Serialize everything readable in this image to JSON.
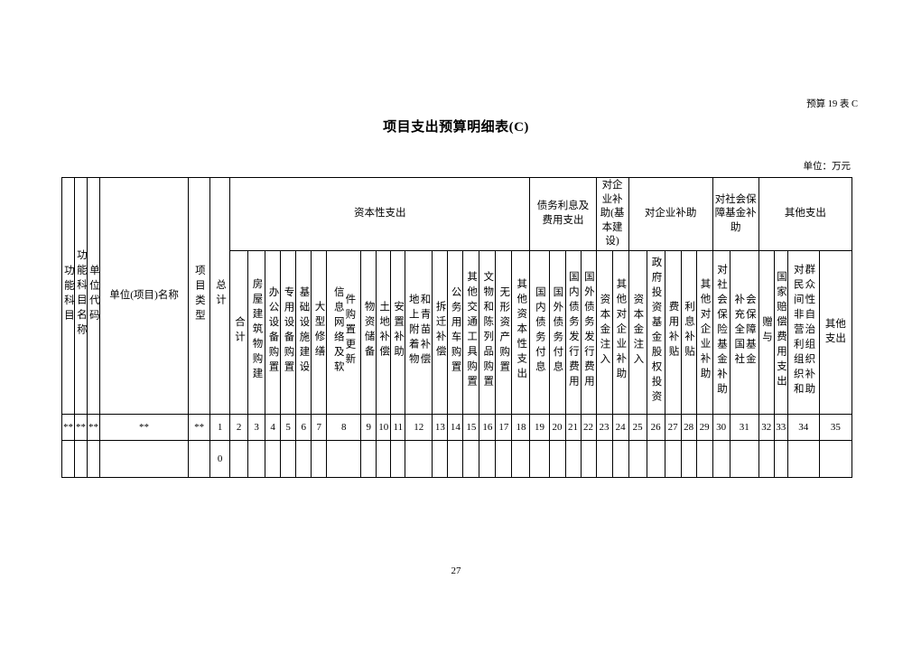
{
  "page": {
    "doc_label": "预算 19 表 C",
    "title": "项目支出预算明细表(C)",
    "unit_note": "单位：万元",
    "page_number": "27"
  },
  "table": {
    "left_columns": [
      "功能科目",
      "功能科目名称",
      "单位代码",
      "单位(项目)名称",
      "项目类型",
      "总计"
    ],
    "groups": [
      {
        "label": "资本性支出",
        "span": 17
      },
      {
        "label": "债务利息及费用支出",
        "span": 4
      },
      {
        "label": "对企业补助(基本建设)",
        "span": 2
      },
      {
        "label": "对企业补助",
        "span": 5
      },
      {
        "label": "对社会保障基金补助",
        "span": 2
      },
      {
        "label": "其他支出",
        "span": 4
      }
    ],
    "sub_columns": [
      "合计",
      "房屋建筑物购建",
      "办公设备购置",
      "专用设备购置",
      "基础设施建设",
      "大型修缮",
      "信息网络及软件购置更新",
      "物资储备",
      "土地补偿",
      "安置补助",
      "地上附着物和青苗补偿",
      "拆迁补偿",
      "公务用车购置",
      "其他交通工具购置",
      "文物和陈列品购置",
      "无形资产购置",
      "其他资本性支出",
      "国内债务付息",
      "国外债务付息",
      "国内债务发行费用",
      "国外债务发行费用",
      "资本金注入",
      "其他对企业补助",
      "资本金注入",
      "政府投资基金股权投资",
      "费用补贴",
      "利息补贴",
      "其他对企业补助",
      "对社会保险基金补助",
      "补充全国社会保障基金",
      "赠与",
      "国家赔偿费用支出",
      "对民间非营利组织和群众性自治组织补助",
      "其他支出"
    ],
    "rows": [
      [
        "**",
        "**",
        "**",
        "**",
        "**",
        "1",
        "2",
        "3",
        "4",
        "5",
        "6",
        "7",
        "8",
        "9",
        "10",
        "11",
        "12",
        "13",
        "14",
        "15",
        "16",
        "17",
        "18",
        "19",
        "20",
        "21",
        "22",
        "23",
        "24",
        "25",
        "26",
        "27",
        "28",
        "29",
        "30",
        "31",
        "32",
        "33",
        "34",
        "35"
      ],
      [
        "",
        "",
        "",
        "",
        "",
        "0",
        "",
        "",
        "",
        "",
        "",
        "",
        "",
        "",
        "",
        "",
        "",
        "",
        "",
        "",
        "",
        "",
        "",
        "",
        "",
        "",
        "",
        "",
        "",
        "",
        "",
        "",
        "",
        "",
        "",
        "",
        "",
        "",
        "",
        ""
      ]
    ]
  }
}
